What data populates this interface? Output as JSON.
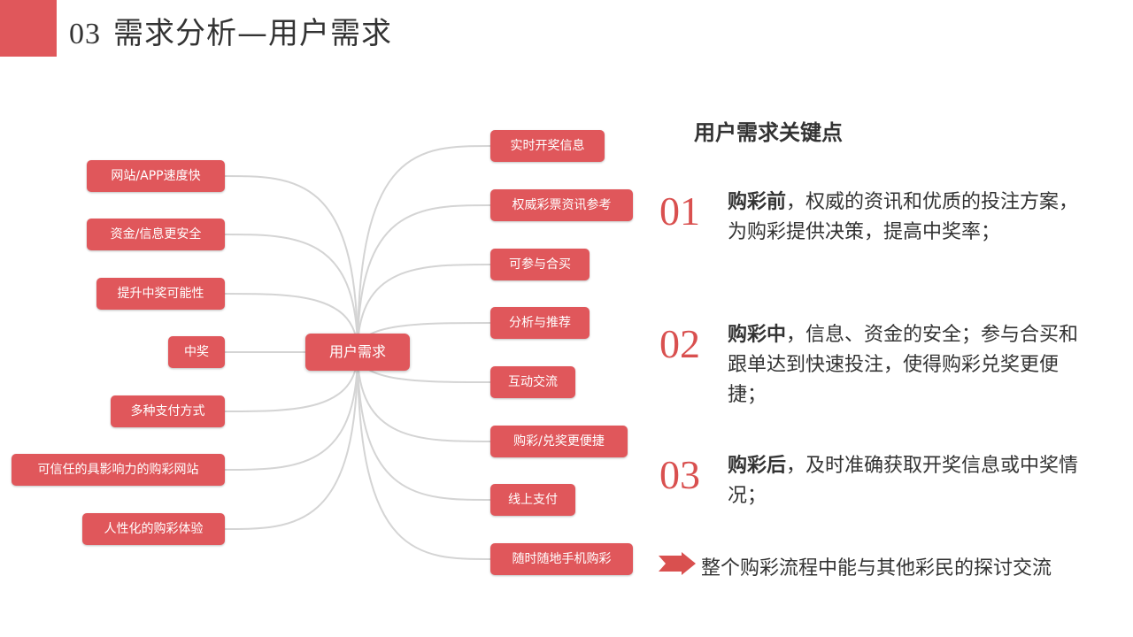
{
  "header": {
    "number": "03",
    "title": "需求分析—用户需求"
  },
  "center_node": "用户需求",
  "left_nodes": [
    "网站/APP速度快",
    "资金/信息更安全",
    "提升中奖可能性",
    "中奖",
    "多种支付方式",
    "可信任的具影响力的购彩网站",
    "人性化的购彩体验"
  ],
  "right_nodes": [
    "实时开奖信息",
    "权威彩票资讯参考",
    "可参与合买",
    "分析与推荐",
    "互动交流",
    "购彩/兑奖更便捷",
    "线上支付",
    "随时随地手机购彩"
  ],
  "key_points": {
    "title": "用户需求关键点",
    "items": [
      {
        "num": "01",
        "lead": "购彩前",
        "text": "，权威的资讯和优质的投注方案，为购彩提供决策，提高中奖率；"
      },
      {
        "num": "02",
        "lead": "购彩中",
        "text": "，信息、资金的安全；参与合买和跟单达到快速投注，使得购彩兑奖更便捷；"
      },
      {
        "num": "03",
        "lead": "购彩后",
        "text": "，及时准确获取开奖信息或中奖情况；"
      }
    ],
    "footer": "整个购彩流程中能与其他彩民的探讨交流"
  },
  "colors": {
    "accent": "#e0575b",
    "link": "#d4d4d4"
  }
}
